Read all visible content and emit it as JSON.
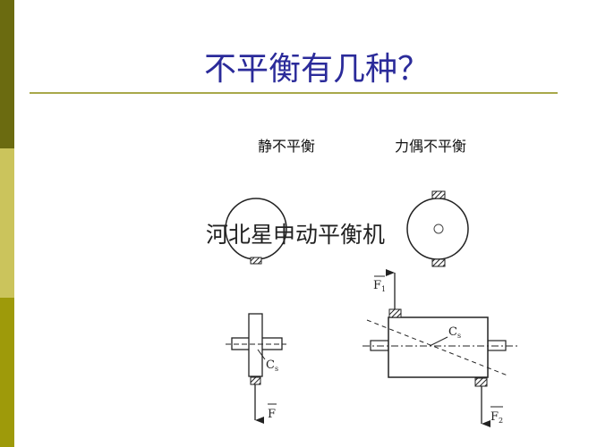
{
  "slide": {
    "title": "不平衡有几种？",
    "sidebar_colors": [
      "#6b6b10",
      "#cbc45c",
      "#9e9a0a"
    ],
    "title_color": "#2b2b9a",
    "rule_color": "#a8a84a"
  },
  "diagrams": {
    "static": {
      "label": "静不平衡",
      "center_label": "C",
      "center_subscript": "s",
      "force_label": "F"
    },
    "couple": {
      "label": "力偶不平衡",
      "center_label": "C",
      "center_subscript": "s",
      "force1_label": "F",
      "force1_subscript": "1",
      "force2_label": "F",
      "force2_subscript": "2"
    }
  },
  "watermark": "河北星申动平衡机"
}
